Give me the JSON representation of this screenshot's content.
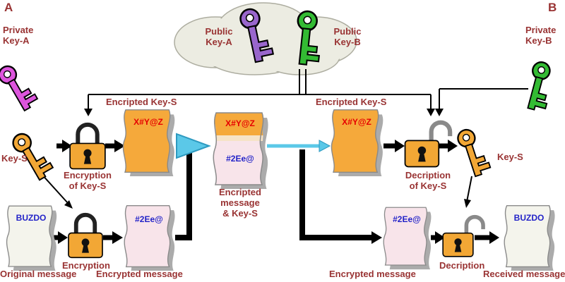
{
  "parties": {
    "a": "A",
    "b": "B"
  },
  "keys": {
    "private_a_label": "Private\nKey-A",
    "public_a_label": "Public\nKey-A",
    "public_b_label": "Public\nKey-B",
    "private_b_label": "Private\nKey-B",
    "session_left_label": "Key-S",
    "session_right_label": "Key-S"
  },
  "steps": {
    "encrypted_key_s_left": "Encripted Key-S",
    "encrypted_key_s_right": "Encripted Key-S",
    "encryption_of_key_s": "Encryption\nof Key-S",
    "decryption_of_key_s": "Decription\nof Key-S",
    "combined_label": "Encripted\nmessage\n& Key-S",
    "original_message": "Original message",
    "encryption": "Encryption",
    "encrypted_message_left": "Encrypted message",
    "encrypted_message_right": "Encrypted message",
    "decryption": "Decription",
    "received_message": "Received message"
  },
  "doc_text": {
    "cipher_key_1": "X#Y@Z",
    "cipher_key_combined": "X#Y@Z",
    "cipher_key_2": "X#Y@Z",
    "cipher_msg_combined": "#2Ee@",
    "cipher_msg_1": "#2Ee@",
    "cipher_msg_2": "#2Ee@",
    "plain_original": "BUZDO",
    "plain_received": "BUZDO"
  },
  "colors": {
    "label": "#993333",
    "cipher_key_text": "#E60000",
    "cipher_msg_text": "#2323C8",
    "doc_orange": "#F5A93B",
    "doc_pink": "#F8E4EA",
    "doc_plain": "#F4F4EC",
    "lock_gold": "#F2A735",
    "cyan_arrow": "#5BC8E8"
  }
}
